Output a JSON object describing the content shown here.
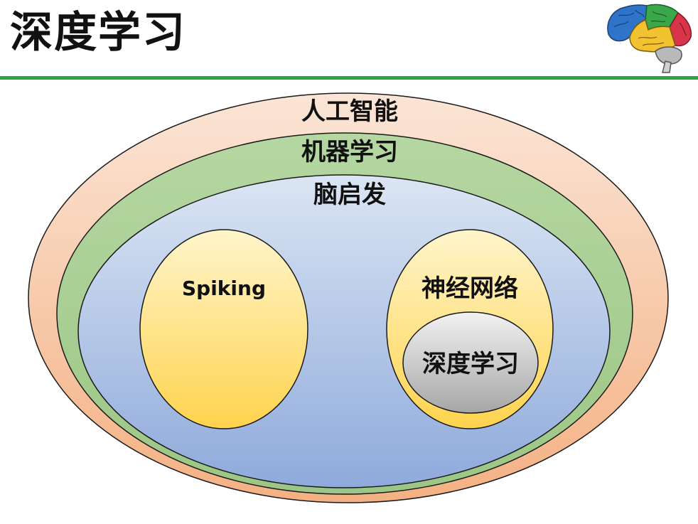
{
  "header": {
    "title": "深度学习"
  },
  "diagram": {
    "sets": {
      "ai": "人工智能",
      "ml": "机器学习",
      "brain_inspired": "脑启发",
      "spiking": "Spiking",
      "neural_networks": "神经网络",
      "deep_learning": "深度学习"
    }
  },
  "colors": {
    "rule": "#2aa644",
    "ai_fill": "#f8cbad",
    "ml_fill": "#a9d08e",
    "brain_inspired_fill": "#b4c7e7",
    "spiking_fill": "#ffd966",
    "neural_networks_fill": "#ffd966",
    "deep_learning_fill": "#bfbfbf"
  },
  "icons": {
    "logo": "brain-icon"
  }
}
